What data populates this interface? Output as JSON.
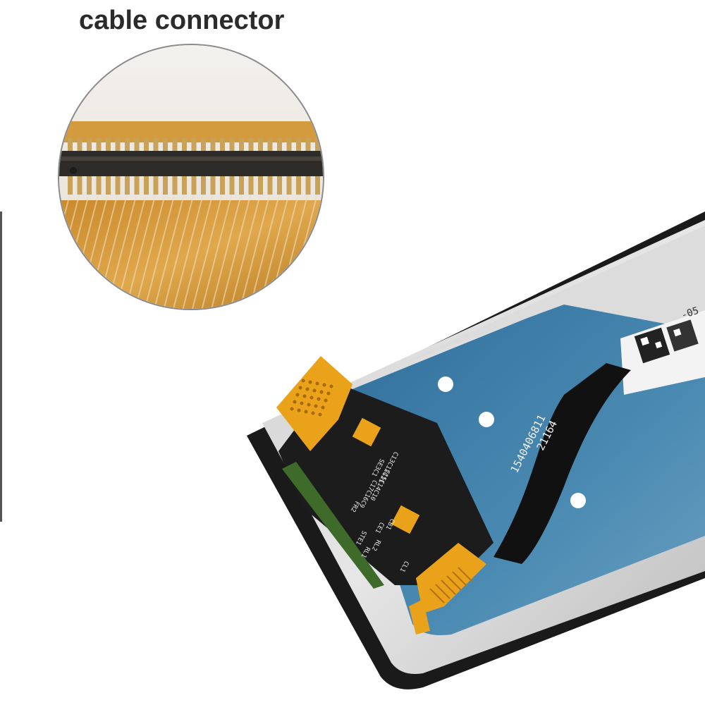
{
  "caption": {
    "label": "cable connector"
  },
  "flex_cable": {
    "serial": "1540406811",
    "code": "21164"
  },
  "label_sticker": {
    "text": "-05"
  },
  "pcb_marks": [
    "RL1",
    "RL2",
    "STE1",
    "CE1",
    "CB1",
    "CL1",
    "FR2",
    "SE3C1",
    "C13C12C11",
    "C15C14C10",
    "C17C16C9"
  ],
  "colors": {
    "title": "#2b2b2b",
    "flex_orange": "#e9a21a",
    "pcb_black": "#1c1c1c",
    "panel_blue": "#3f7fa8",
    "frame_silver": "#d9d9d9"
  }
}
